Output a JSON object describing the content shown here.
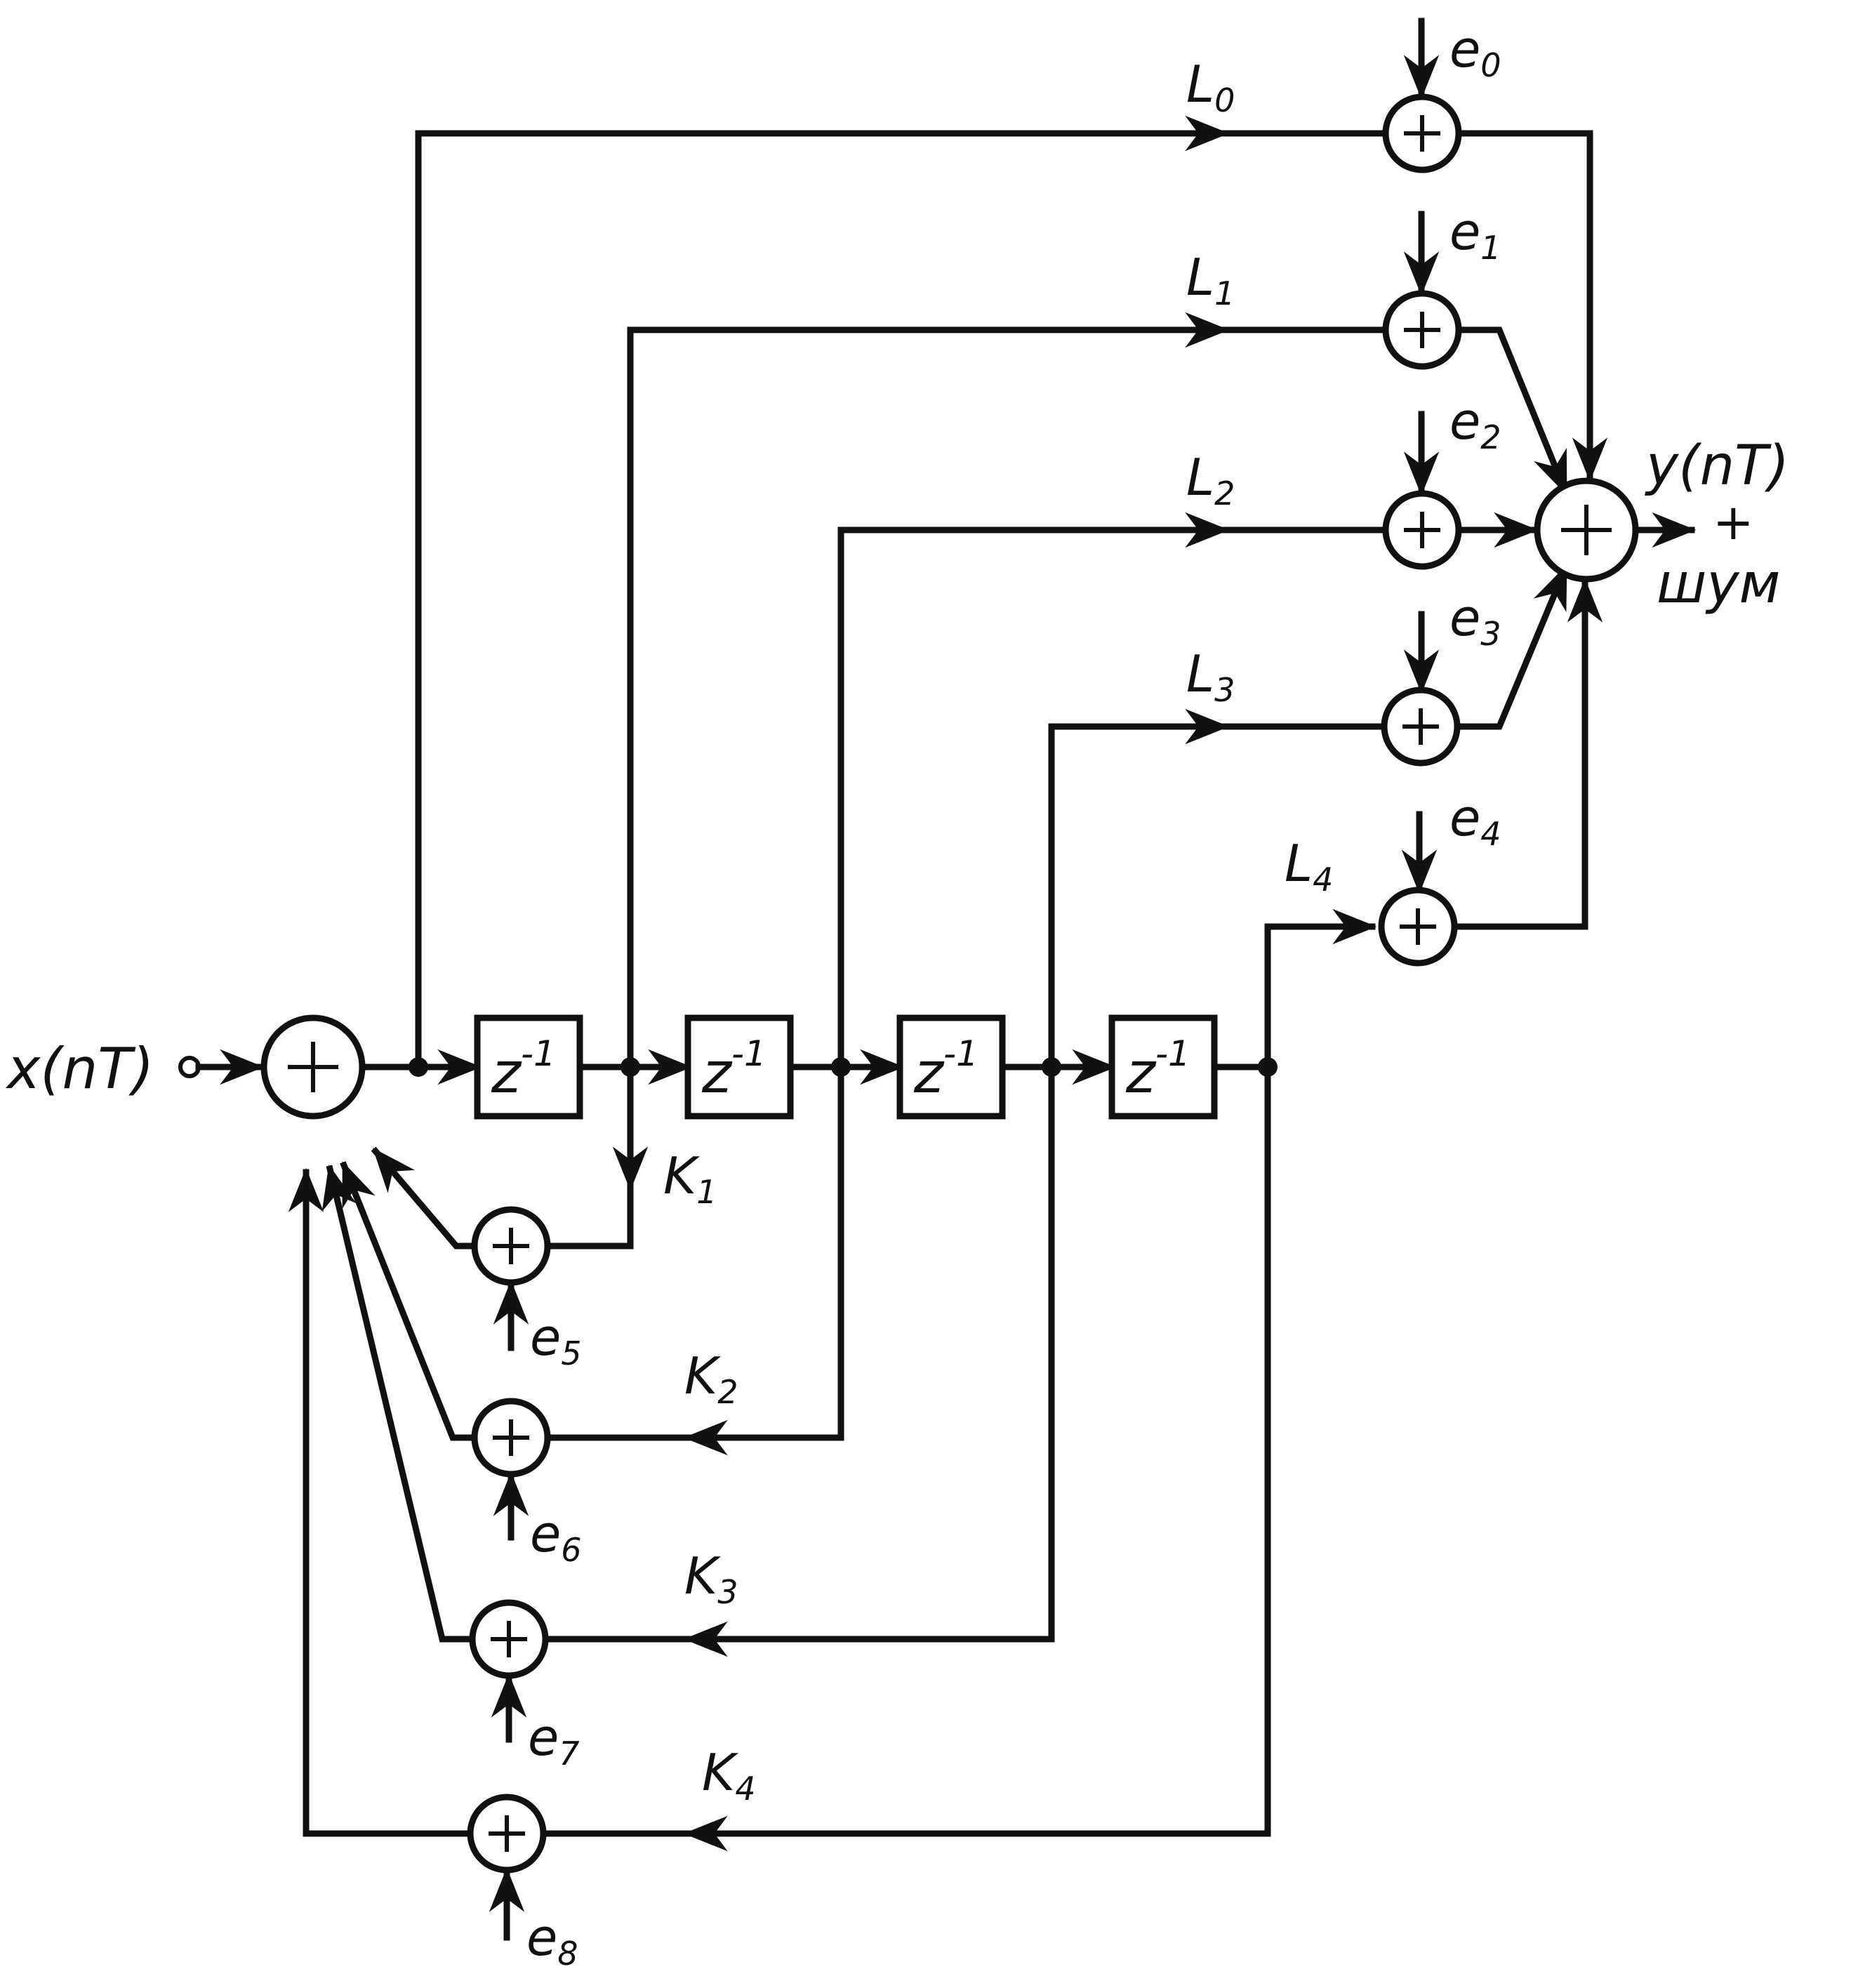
{
  "input_label": "x(nT)",
  "output_label": {
    "line1": "y(nT)",
    "line2": "+",
    "line3": "шум"
  },
  "delay_label": {
    "base": "z",
    "exp": "-1"
  },
  "forward_coeffs": [
    {
      "name": "L",
      "index": "0"
    },
    {
      "name": "L",
      "index": "1"
    },
    {
      "name": "L",
      "index": "2"
    },
    {
      "name": "L",
      "index": "3"
    },
    {
      "name": "L",
      "index": "4"
    }
  ],
  "feedback_coeffs": [
    {
      "name": "K",
      "index": "1"
    },
    {
      "name": "K",
      "index": "2"
    },
    {
      "name": "K",
      "index": "3"
    },
    {
      "name": "K",
      "index": "4"
    }
  ],
  "noise_sources": [
    {
      "name": "e",
      "index": "0"
    },
    {
      "name": "e",
      "index": "1"
    },
    {
      "name": "e",
      "index": "2"
    },
    {
      "name": "e",
      "index": "3"
    },
    {
      "name": "e",
      "index": "4"
    },
    {
      "name": "e",
      "index": "5"
    },
    {
      "name": "e",
      "index": "6"
    },
    {
      "name": "e",
      "index": "7"
    },
    {
      "name": "e",
      "index": "8"
    }
  ],
  "adder_symbol": "+"
}
